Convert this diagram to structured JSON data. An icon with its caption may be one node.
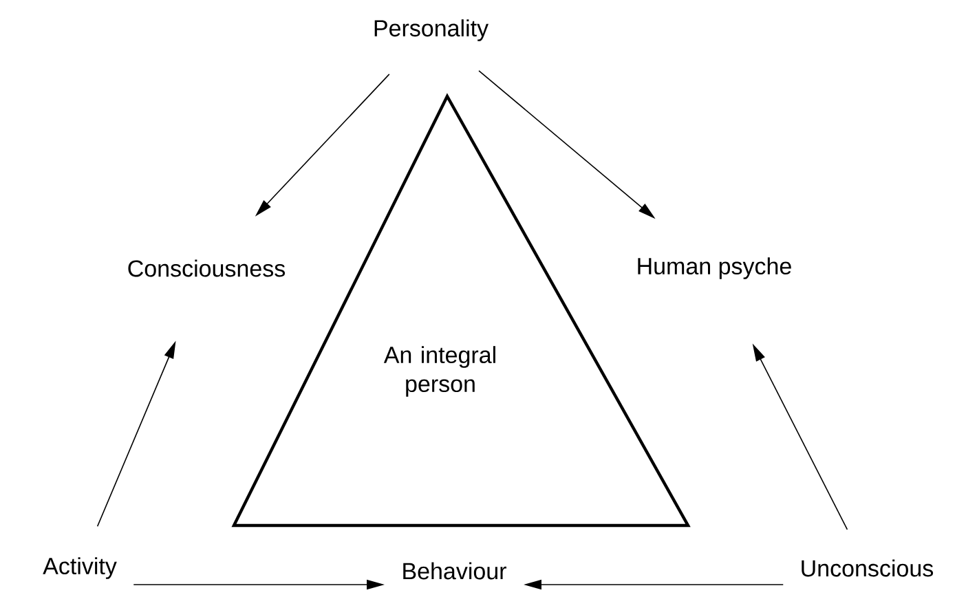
{
  "diagram": {
    "nodes": [
      {
        "text": [
          "Personality"
        ]
      },
      {
        "text": [
          "Consciousness"
        ]
      },
      {
        "text": [
          "Human psyche"
        ]
      },
      {
        "text": [
          "An integral person"
        ]
      },
      {
        "text": [
          "Activity"
        ]
      },
      {
        "text": [
          "Behaviour"
        ]
      },
      {
        "text": [
          "Unconscious"
        ]
      }
    ],
    "edges": [
      {
        "from": 0,
        "to": 1,
        "arrow": "to"
      },
      {
        "from": 0,
        "to": 2,
        "arrow": "to"
      },
      {
        "from": 4,
        "to": 1,
        "arrow": "to"
      },
      {
        "from": 6,
        "to": 2,
        "arrow": "to"
      },
      {
        "from": 4,
        "to": 5,
        "arrow": "to"
      },
      {
        "from": 6,
        "to": 5,
        "arrow": "to"
      }
    ]
  }
}
